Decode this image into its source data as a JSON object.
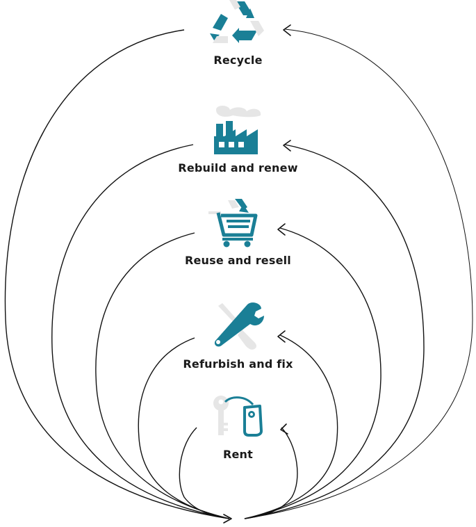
{
  "stages": [
    {
      "label": "Recycle",
      "icon": "recycle-icon"
    },
    {
      "label": "Rebuild and renew",
      "icon": "factory-icon"
    },
    {
      "label": "Reuse and resell",
      "icon": "shopping-cart-icon"
    },
    {
      "label": "Refurbish and fix",
      "icon": "wrench-screwdriver-icon"
    },
    {
      "label": "Rent",
      "icon": "key-tag-icon"
    }
  ],
  "colors": {
    "accent": "#1a7f96",
    "muted": "#e6e6e6",
    "line": "#111111",
    "text": "#1a1a1a"
  }
}
